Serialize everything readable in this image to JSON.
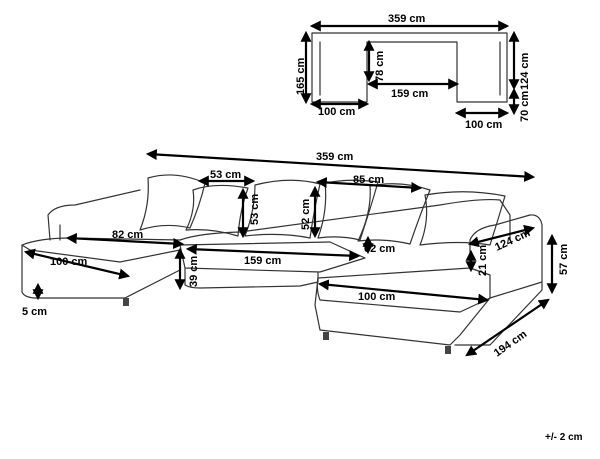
{
  "plan_view": {
    "total_width": "359 cm",
    "left_depth": "165 cm",
    "inner_depth": "78 cm",
    "right_depth": "124 cm",
    "inner_width": "159 cm",
    "left_chaise_width": "100 cm",
    "right_chaise_width": "100 cm",
    "right_arm_depth": "70 cm"
  },
  "sofa_view": {
    "total_width": "359 cm",
    "cushion_width_a": "53 cm",
    "cushion_width_b": "85 cm",
    "cushion_height_a": "53 cm",
    "cushion_height_b": "52 cm",
    "left_seat_depth": "82 cm",
    "left_chaise_width": "100 cm",
    "seat_height": "39 cm",
    "middle_width": "159 cm",
    "right_seat_depth": "62 cm",
    "right_back_depth": "124 cm",
    "arm_height": "21 cm",
    "total_height": "57 cm",
    "right_chaise_width": "100 cm",
    "right_total_depth": "194 cm",
    "leg_height": "5 cm"
  },
  "tolerance": "+/- 2 cm"
}
